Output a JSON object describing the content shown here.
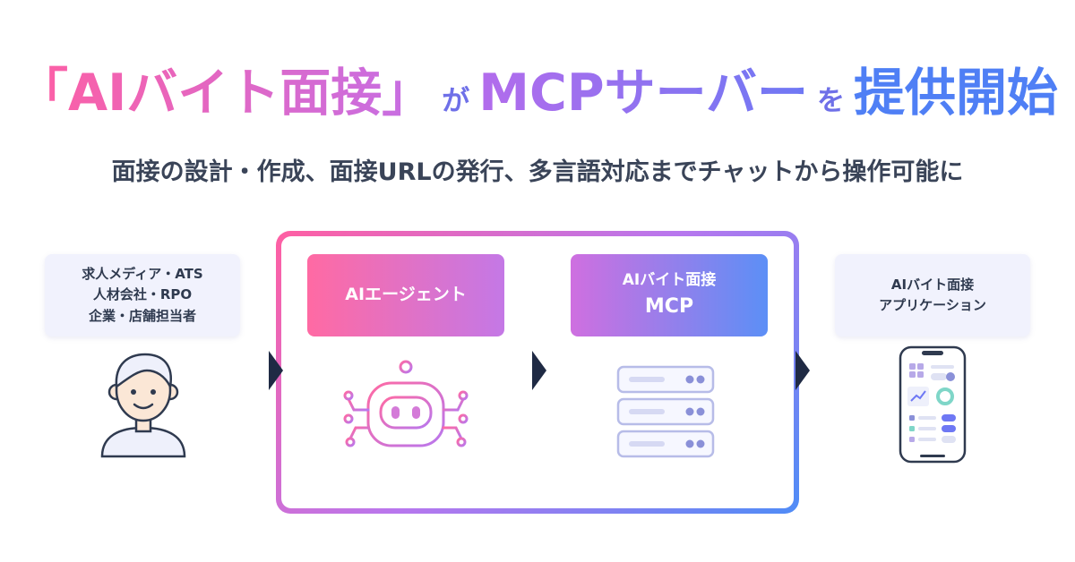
{
  "headline": {
    "part1": "「AIバイト面接」",
    "part2": "が",
    "part3": "MCPサーバー",
    "part4": "を",
    "part5": "提供開始"
  },
  "subtitle": "面接の設計・作成、面接URLの発行、多言語対応までチャットから操作可能に",
  "left_card": {
    "line1": "求人メディア・ATS",
    "line2": "人材会社・RPO",
    "line3": "企業・店舗担当者"
  },
  "agent_card": {
    "label": "AIエージェント"
  },
  "mcp_card": {
    "line1": "AIバイト面接",
    "line2": "MCP"
  },
  "right_card": {
    "line1": "AIバイト面接",
    "line2": "アプリケーション"
  },
  "icons": [
    "user-icon",
    "robot-icon",
    "server-icon",
    "smartphone-app-icon",
    "arrow-right-icon"
  ],
  "colors": {
    "pink": "#ff5fa2",
    "purple": "#b877ee",
    "blue": "#4f8cf6",
    "navy": "#1f2a44"
  }
}
